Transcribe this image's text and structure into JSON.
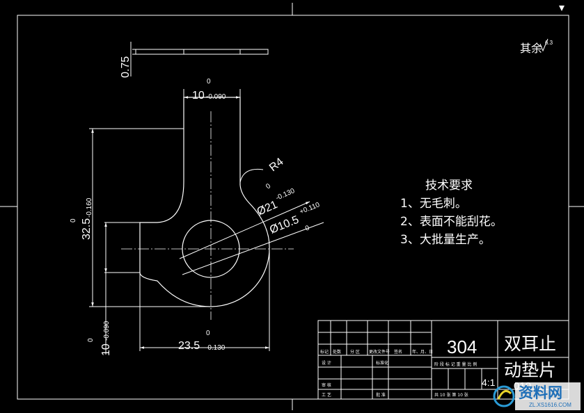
{
  "drawing": {
    "top_view_dim": "0.75",
    "dims": {
      "width_top": "10",
      "width_top_tol_upper": "0",
      "width_top_tol_lower": "-0.090",
      "height_left": "32.5",
      "height_left_tol_upper": "0",
      "height_left_tol_lower": "-0.160",
      "width_bottom": "23.5",
      "width_bottom_tol_upper": "0",
      "width_bottom_tol_lower": "-0.130",
      "width_left_lower": "10",
      "width_left_lower_tol_upper": "0",
      "width_left_lower_tol_lower": "-0.090",
      "radius": "R4",
      "radius_tol": "0",
      "outer_dia": "Ø21",
      "outer_dia_tol": "-0.130",
      "hole_dia": "Ø10.5",
      "hole_dia_tol_upper": "+0.110",
      "hole_dia_tol_lower": "0"
    },
    "surface_finish": "其余",
    "surface_finish_value": "6.3"
  },
  "tech_requirements": {
    "title": "技术要求",
    "items": [
      "1、无毛刺。",
      "2、表面不能刮花。",
      "3、大批量生产。"
    ]
  },
  "title_block": {
    "material": "304",
    "part_name_line1": "双耳止",
    "part_name_line2": "动垫片",
    "scale": "4:1",
    "drawing_no": "010",
    "header_labels": [
      "标记",
      "处数",
      "分 区",
      "更改文件号",
      "签名",
      "年、月、日"
    ],
    "row_labels": [
      "设 计",
      "标准化",
      "审 核",
      "工 艺",
      "批 准"
    ],
    "stage_labels": "阶 段 标 记  重 量  比 例",
    "sheet_info": "共 10 张      第 10 张"
  },
  "watermark": {
    "text": "资料网",
    "url": "ZL.XS1616.COM"
  }
}
